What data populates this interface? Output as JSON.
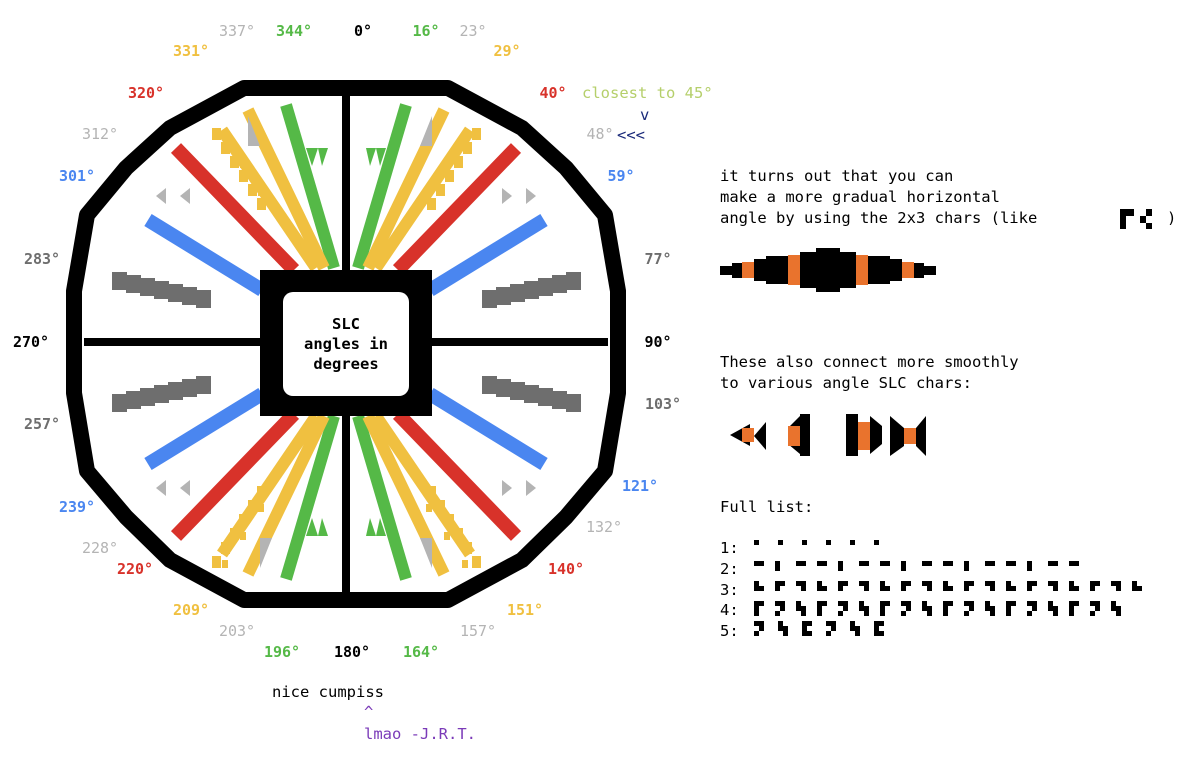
{
  "colors": {
    "black": "#000000",
    "green": "#55b947",
    "yellow": "#f0c040",
    "red": "#d8322a",
    "blue": "#4a86f0",
    "gray": "#6e6e6e",
    "light_gray": "#b4b4b4",
    "orange": "#e9732d",
    "olive_note": "#b5cf6b",
    "navy_note": "#1a2a7a",
    "purple_note": "#7a3ab8"
  },
  "center_label": [
    "SLC",
    "angles in",
    "degrees"
  ],
  "angle_labels": [
    {
      "text": "0°",
      "color": "black"
    },
    {
      "text": "16°",
      "color": "green"
    },
    {
      "text": "23°",
      "color": "light_gray"
    },
    {
      "text": "29°",
      "color": "yellow"
    },
    {
      "text": "40°",
      "color": "red"
    },
    {
      "text": "48°",
      "color": "light_gray"
    },
    {
      "text": "59°",
      "color": "blue"
    },
    {
      "text": "77°",
      "color": "gray"
    },
    {
      "text": "90°",
      "color": "black"
    },
    {
      "text": "103°",
      "color": "gray"
    },
    {
      "text": "121°",
      "color": "blue"
    },
    {
      "text": "132°",
      "color": "light_gray"
    },
    {
      "text": "140°",
      "color": "red"
    },
    {
      "text": "151°",
      "color": "yellow"
    },
    {
      "text": "157°",
      "color": "light_gray"
    },
    {
      "text": "164°",
      "color": "green"
    },
    {
      "text": "180°",
      "color": "black"
    },
    {
      "text": "196°",
      "color": "green"
    },
    {
      "text": "203°",
      "color": "light_gray"
    },
    {
      "text": "209°",
      "color": "yellow"
    },
    {
      "text": "220°",
      "color": "red"
    },
    {
      "text": "228°",
      "color": "light_gray"
    },
    {
      "text": "239°",
      "color": "blue"
    },
    {
      "text": "257°",
      "color": "gray"
    },
    {
      "text": "270°",
      "color": "black"
    },
    {
      "text": "283°",
      "color": "gray"
    },
    {
      "text": "301°",
      "color": "blue"
    },
    {
      "text": "312°",
      "color": "light_gray"
    },
    {
      "text": "320°",
      "color": "red"
    },
    {
      "text": "331°",
      "color": "yellow"
    },
    {
      "text": "337°",
      "color": "light_gray"
    },
    {
      "text": "344°",
      "color": "green"
    }
  ],
  "notes": {
    "closest": "closest to 45°",
    "arrow_down": "v",
    "arrow_left": "<<<",
    "cumpiss": "nice cumpiss",
    "caret": "^",
    "lmao": "lmao -J.R.T."
  },
  "right_panel": {
    "para1": [
      "it turns out that you can",
      "make a more gradual horizontal",
      "angle by using the 2x3 chars (like"
    ],
    "para1_close": ")",
    "para2": [
      "These also connect more smoothly",
      "to various angle SLC chars:"
    ],
    "full_list_title": "Full list:",
    "list_labels": [
      "1:",
      "2:",
      "3:",
      "4:",
      "5:"
    ]
  }
}
